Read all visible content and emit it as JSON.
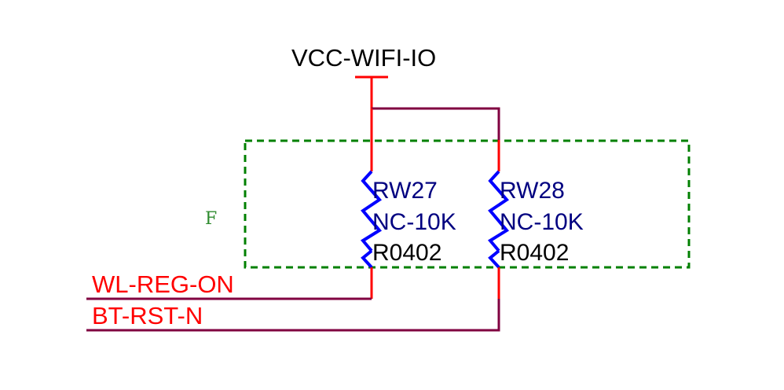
{
  "diagram": {
    "type": "schematic",
    "power_net": {
      "name": "VCC-WIFI-IO",
      "color": "#000000"
    },
    "group_marker": {
      "label": "F",
      "color": "#2e8b2e"
    },
    "group_box": {
      "style": "dashed",
      "color": "#008000"
    },
    "resistors": [
      {
        "designator": "RW27",
        "value": "NC-10K",
        "footprint": "R0402"
      },
      {
        "designator": "RW28",
        "value": "NC-10K",
        "footprint": "R0402"
      }
    ],
    "nets": [
      {
        "name": "WL-REG-ON",
        "connects_to": "RW27"
      },
      {
        "name": "BT-RST-N",
        "connects_to": "RW28"
      }
    ],
    "colors": {
      "pin": "#ff0000",
      "wire": "#800040",
      "resistor_body": "#0000ff",
      "designator_text": "#000080",
      "value_text": "#000080",
      "footprint_text": "#000000",
      "net_label": "#ff0000"
    }
  }
}
